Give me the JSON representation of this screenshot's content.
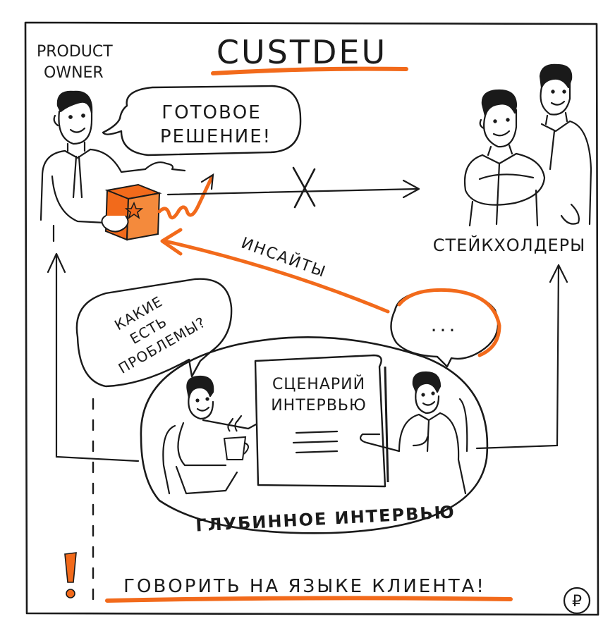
{
  "title": "CUSTDEU",
  "po_label_line1": "PRODUCT",
  "po_label_line2": "OWNER",
  "po_speech_line1": "ГОТОВОЕ",
  "po_speech_line2": "РЕШЕНИЕ!",
  "stakeholders_label": "СТЕЙКХОЛДЕРЫ",
  "insights_label": "ИНСАЙТЫ",
  "question_line1": "КАКИЕ",
  "question_line2": "ЕСТЬ",
  "question_line3": "ПРОБЛЕМЫ?",
  "answer_bubble": "...",
  "script_line1": "СЦЕНАРИЙ",
  "script_line2": "ИНТЕРВЬЮ",
  "interview_label": "ГЛУБИННОЕ ИНТЕРВЬЮ",
  "bottom_note": "ГОВОРИТЬ НА ЯЗЫКЕ КЛИЕНТА!",
  "exclamation_mark": "!",
  "rouble_sign": "₽",
  "colors": {
    "accent": "#f26a1b",
    "ink": "#1a1a1a"
  },
  "icons": [
    "star-icon",
    "rouble-icon",
    "exclamation-icon",
    "cross-icon"
  ]
}
